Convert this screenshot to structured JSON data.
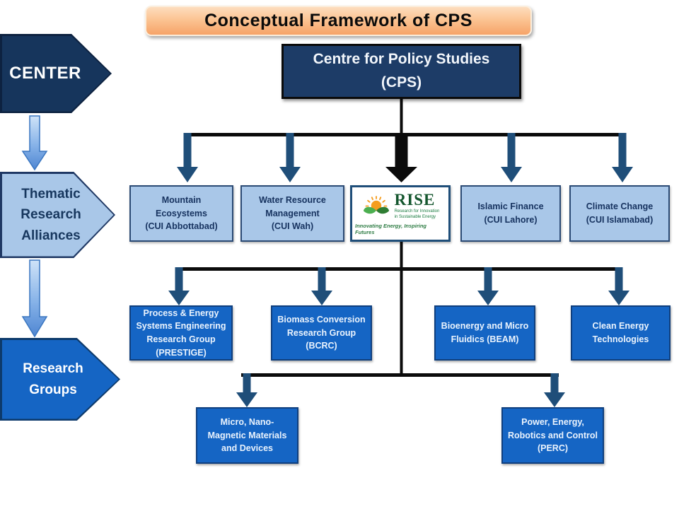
{
  "title": {
    "text": "Conceptual Framework of CPS"
  },
  "colors": {
    "banner_peach": "#f6a368",
    "dark_navy": "#1d3c67",
    "light_blue": "#a9c7e8",
    "group_blue": "#1565c4",
    "arrow_navy": "#1f4e79",
    "connector_black": "#0b0b0b",
    "rise_green": "#14562e",
    "sun_orange": "#f59d1f"
  },
  "left_rail": {
    "center_label": "CENTER",
    "thematic_label": "Thematic\nResearch\nAlliances",
    "research_groups_label": "Research\nGroups"
  },
  "root_box": {
    "label": "Centre for Policy Studies\n(CPS)"
  },
  "thematic_alliances": [
    {
      "label": "Mountain\nEcosystems\n(CUI Abbottabad)"
    },
    {
      "label": "Water Resource\nManagement\n(CUI Wah)"
    },
    {
      "label": "Islamic Finance\n(CUI Lahore)"
    },
    {
      "label": "Climate Change\n(CUI Islamabad)"
    }
  ],
  "rise_logo": {
    "name": "RISE",
    "subtitle": "Research for Innovation\nin Sustainable Energy",
    "tagline": "Innovating Energy, Inspiring Futures"
  },
  "research_groups": [
    {
      "label": "Process & Energy\nSystems Engineering\nResearch Group\n(PRESTIGE)"
    },
    {
      "label": "Biomass Conversion\nResearch Group\n(BCRC)"
    },
    {
      "label": "Bioenergy and Micro\nFluidics (BEAM)"
    },
    {
      "label": "Clean Energy\nTechnologies"
    }
  ],
  "sub_research_groups": [
    {
      "label": "Micro, Nano-\nMagnetic Materials\nand Devices"
    },
    {
      "label": "Power, Energy,\nRobotics and Control\n(PERC)"
    }
  ]
}
